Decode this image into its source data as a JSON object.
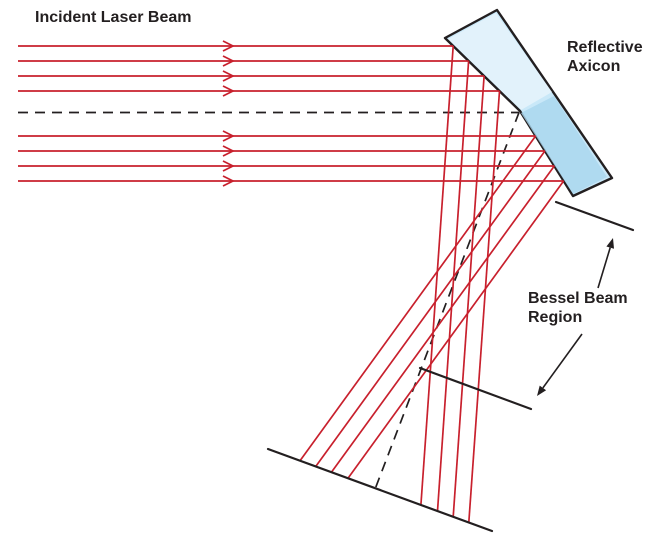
{
  "diagram": {
    "type": "optical-ray-diagram",
    "labels": {
      "incident_beam": "Incident Laser Beam",
      "axicon": [
        "Reflective",
        "Axicon"
      ],
      "bessel_region": [
        "Bessel Beam",
        "Region"
      ]
    },
    "colors": {
      "beam": "#c8202d",
      "ink": "#231f20",
      "axicon_fill": "#c9e8f8",
      "axicon_highlight": "#eaf6fc",
      "axicon_shade": "#a9d6ee"
    },
    "counts": {
      "incident_rays": 8,
      "reflected_rays": 8
    }
  }
}
